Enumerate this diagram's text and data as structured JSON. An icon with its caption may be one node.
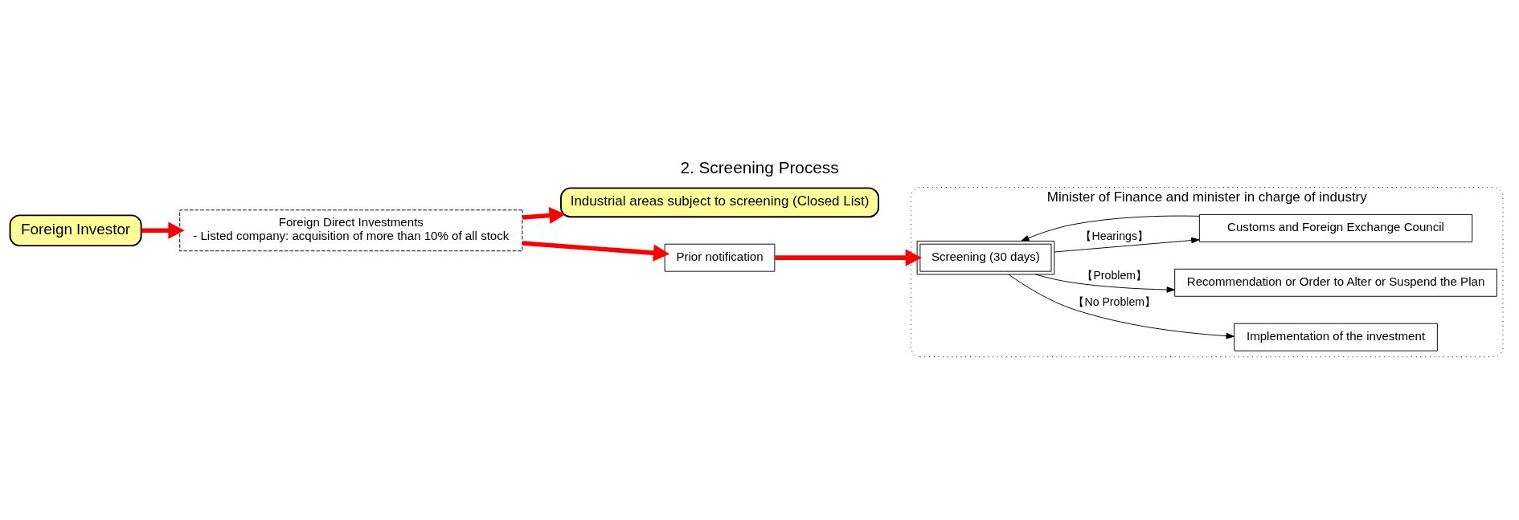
{
  "diagram": {
    "title": "2. Screening Process",
    "nodes": [
      {
        "text": [
          "Foreign Investor"
        ]
      },
      {
        "text": [
          "Foreign Direct Investments",
          "- Listed company: acquisition of more than 10% of all stock"
        ]
      },
      {
        "text": [
          "Industrial areas subject to screening (Closed List)"
        ]
      },
      {
        "text": [
          "Minister of Finance and minister in charge of industry"
        ]
      },
      {
        "text": [
          "Prior notification"
        ]
      },
      {
        "text": [
          "Screening (30 days)"
        ],
        "in": 3
      },
      {
        "text": [
          "Implementation of the investment"
        ],
        "in": 3
      },
      {
        "text": [
          "Recommendation or Order to Alter or Suspend the Plan"
        ],
        "in": 3
      },
      {
        "text": [
          "Customs and Foreign Exchange Council"
        ],
        "in": 3
      }
    ],
    "edges": [
      {
        "from": 0,
        "to": 1,
        "arrow": "to",
        "style": "thick",
        "color": "#ff0000"
      },
      {
        "from": 1,
        "to": 2,
        "arrow": "to",
        "style": "thick",
        "color": "#ff0000"
      },
      {
        "from": 1,
        "to": 4,
        "arrow": "to",
        "style": "thick",
        "color": "#ff0000"
      },
      {
        "from": 4,
        "to": 5,
        "arrow": "to",
        "style": "thick",
        "color": "#ff0000"
      },
      {
        "from": 5,
        "to": 6,
        "arrow": "to",
        "label": "【No Problem】",
        "color": "#000000"
      },
      {
        "from": 5,
        "to": 7,
        "arrow": "to",
        "label": "【Problem】",
        "color": "#000000"
      },
      {
        "from": 5,
        "to": 8,
        "arrow": "to",
        "label": "【Hearings】",
        "color": "#000000"
      },
      {
        "from": 8,
        "to": 5,
        "arrow": "to",
        "color": "#000000"
      }
    ]
  }
}
